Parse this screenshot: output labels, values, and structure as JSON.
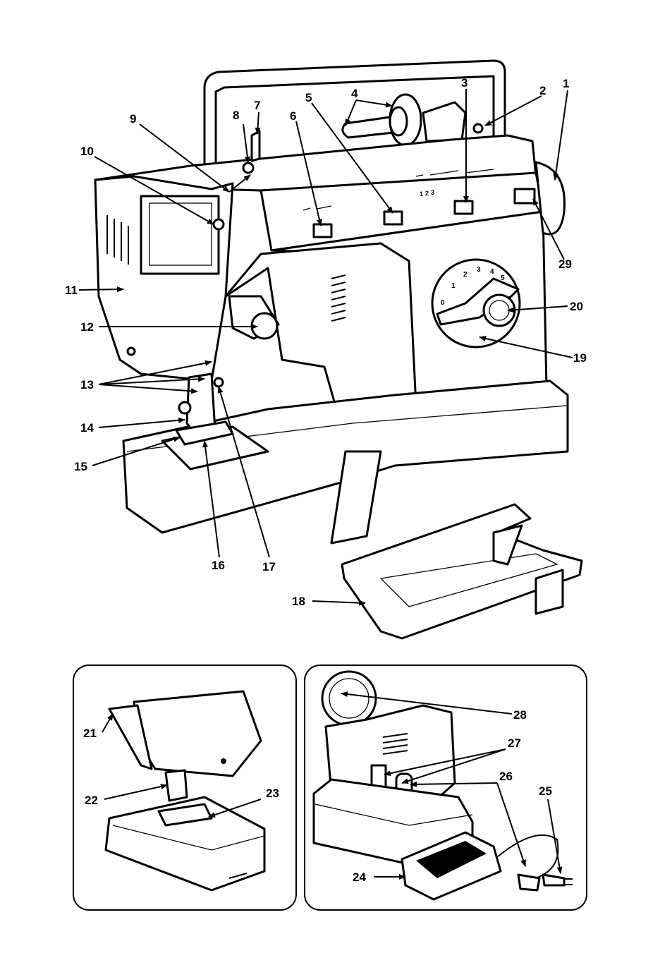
{
  "callouts": {
    "c1": "1",
    "c2": "2",
    "c3": "3",
    "c4": "4",
    "c5": "5",
    "c6": "6",
    "c7": "7",
    "c8": "8",
    "c9": "9",
    "c10": "10",
    "c11": "11",
    "c12": "12",
    "c13": "13",
    "c14": "14",
    "c15": "15",
    "c16": "16",
    "c17": "17",
    "c18": "18",
    "c19": "19",
    "c20": "20",
    "c21": "21",
    "c22": "22",
    "c23": "23",
    "c24": "24",
    "c25": "25",
    "c26": "26",
    "c27": "27",
    "c28": "28",
    "c29": "29"
  },
  "dial": {
    "d0": "0",
    "d1": "1",
    "d2": "2",
    "d3": "3",
    "d4": "4",
    "d5": "5"
  },
  "pattern_digits": {
    "p1": "1",
    "p2": "2",
    "p3": "3"
  }
}
